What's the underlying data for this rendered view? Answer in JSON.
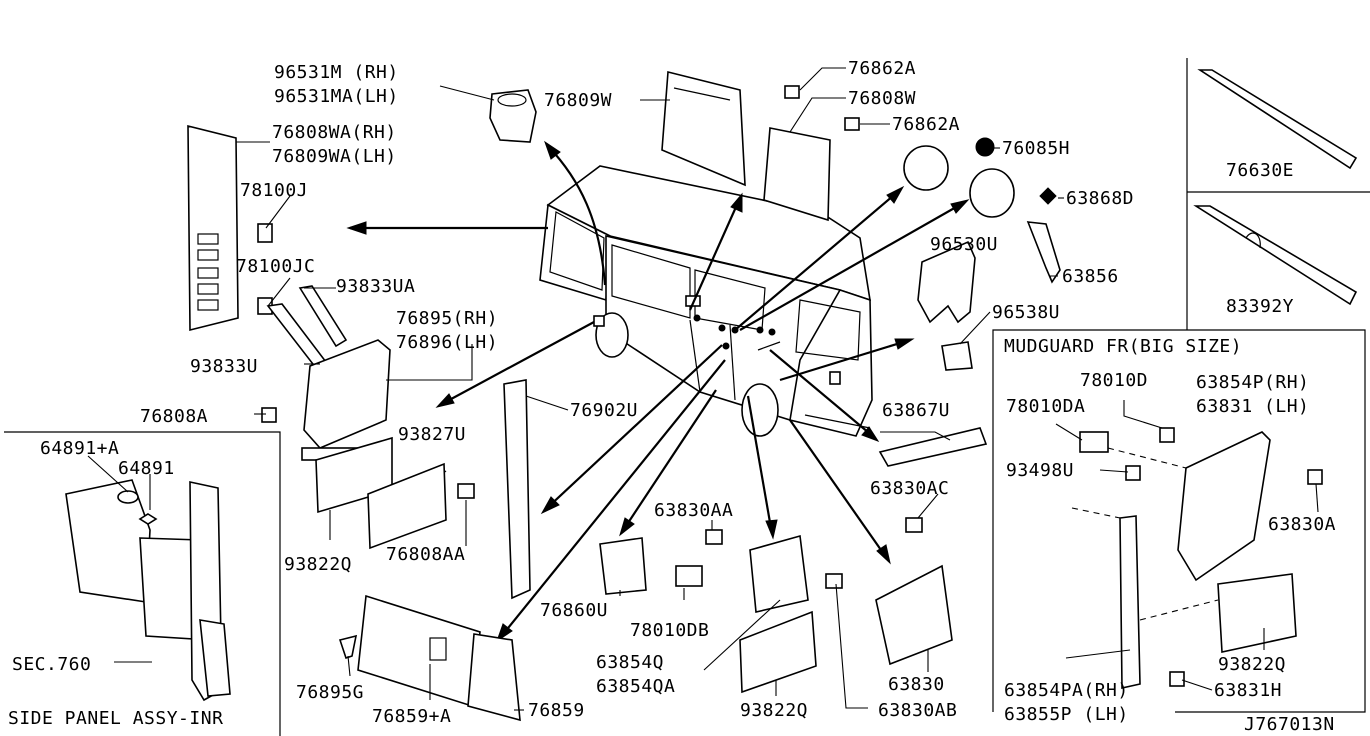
{
  "labels": {
    "l96531m": "96531M (RH)",
    "l96531ma": "96531MA(LH)",
    "l76809w": "76809W",
    "l76862a_1": "76862A",
    "l76808w": "76808W",
    "l76862a_2": "76862A",
    "l76085h": "76085H",
    "l63868d": "63868D",
    "l76808wa": "76808WA(RH)",
    "l76809wa": "76809WA(LH)",
    "l78100j": "78100J",
    "l78100jc": "78100JC",
    "l93833ua": "93833UA",
    "l76895": "76895(RH)",
    "l76896": "76896(LH)",
    "l93833u": "93833U",
    "l76808a": "76808A",
    "l96530u": "96530U",
    "l63856": "63856",
    "l96538u": "96538U",
    "l76902u": "76902U",
    "l93827u": "93827U",
    "l63867u": "63867U",
    "l63830ac": "63830AC",
    "l64891a": "64891+A",
    "l64891": "64891",
    "l76808aa": "76808AA",
    "l93822q_1": "93822Q",
    "l63830aa": "63830AA",
    "l76860u": "76860U",
    "l78010db": "78010DB",
    "l63854q": "63854Q",
    "l63854qa": "63854QA",
    "lsec760": "SEC.760",
    "l76895g": "76895G",
    "l76859a": "76859+A",
    "l76859": "76859",
    "l93822q_2": "93822Q",
    "l63830ab": "63830AB",
    "l63830": "63830",
    "lsidepanel": "SIDE PANEL ASSY-INR",
    "l76630e": "76630E",
    "l83392y": "83392Y",
    "lmudguard": "MUDGUARD FR(BIG SIZE)",
    "l78010d": "78010D",
    "l78010da": "78010DA",
    "l63854p": "63854P(RH)",
    "l63831": "63831  (LH)",
    "l93498u": "93498U",
    "l63830a": "63830A",
    "l93822q_3": "93822Q",
    "l63831h": "63831H",
    "l63854pa": "63854PA(RH)",
    "l63855p": "63855P  (LH)",
    "ldiagramno": "J767013N"
  }
}
